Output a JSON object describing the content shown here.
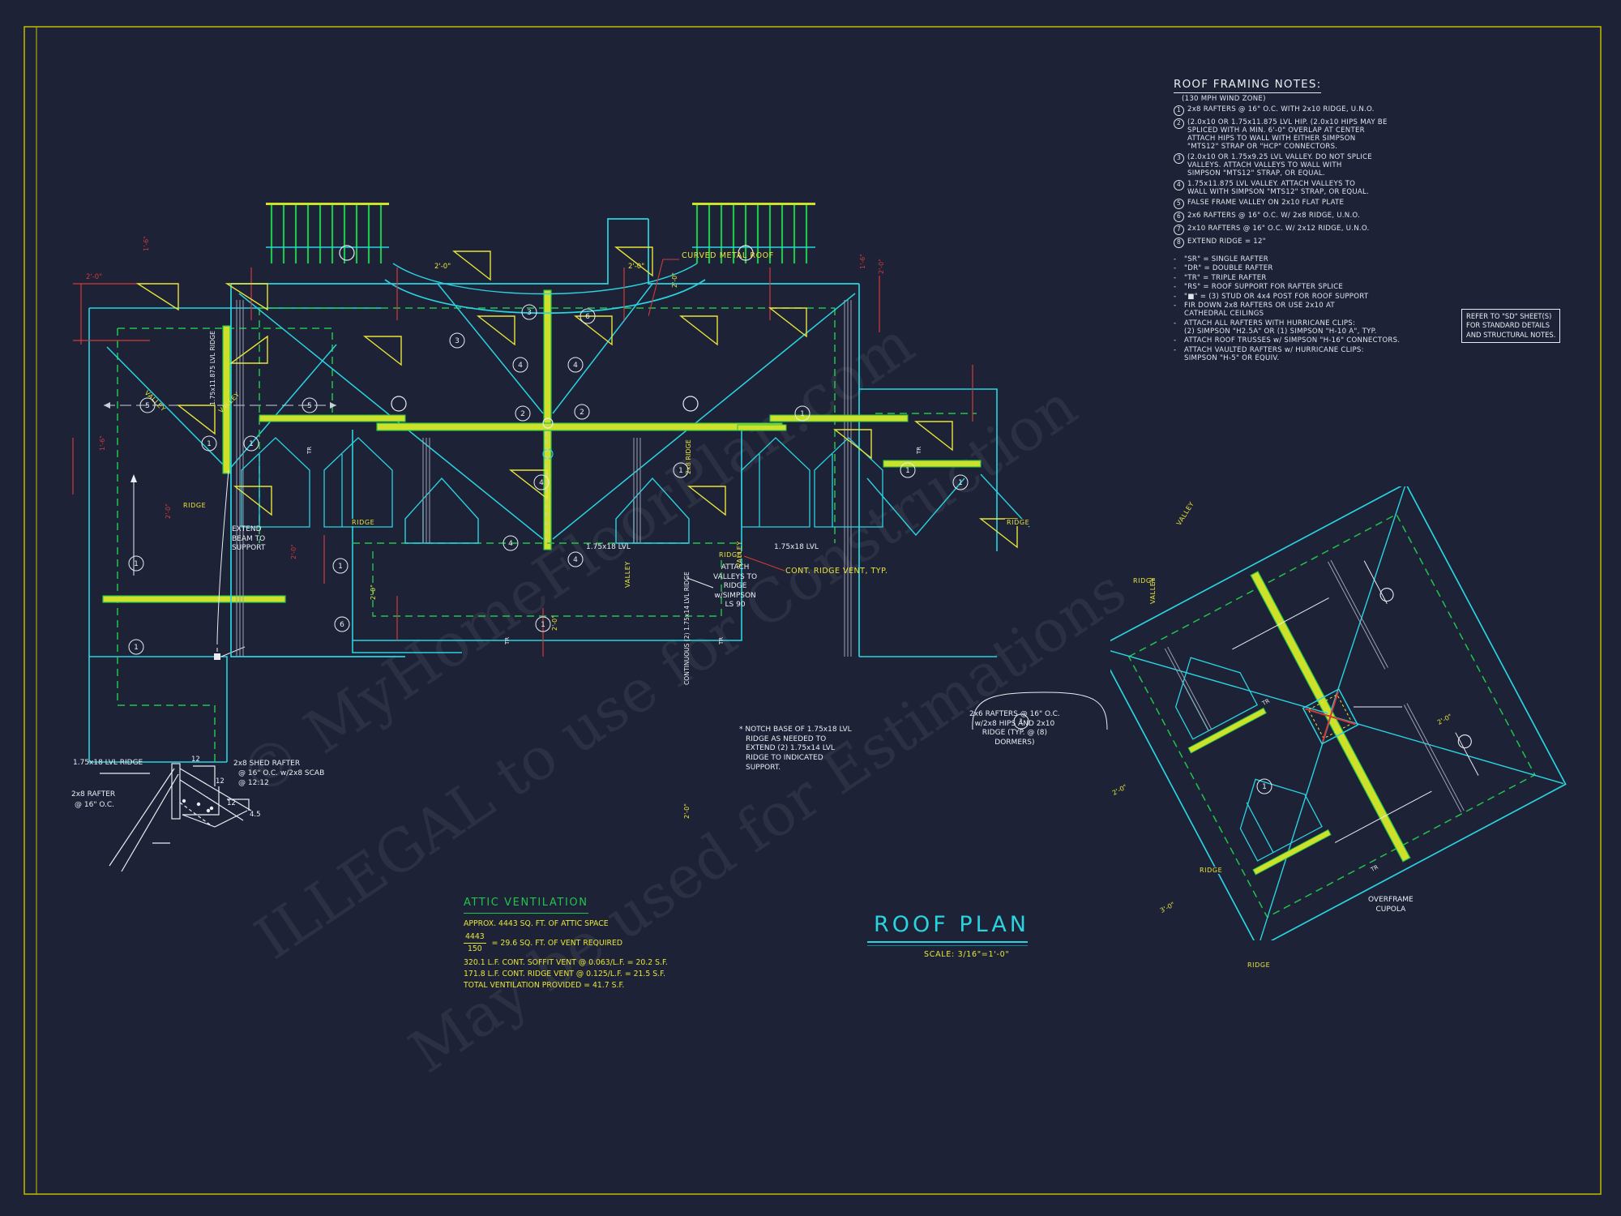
{
  "sheet": {
    "background": "#1d2236",
    "border_color": "#b9b400",
    "title": "ROOF PLAN",
    "scale": "SCALE: 3/16\"=1'-0\"",
    "colors": {
      "cyan": "#2ad3e0",
      "yellow": "#e8e53a",
      "white": "#e9edf2",
      "green": "#21c44b",
      "red": "#d23a3a",
      "gray": "#9aa2b1"
    }
  },
  "framing_notes": {
    "title": "ROOF FRAMING NOTES:",
    "subtitle": "(130 MPH WIND ZONE)",
    "numbered": [
      {
        "num": "1",
        "lines": [
          "2x8 RAFTERS @ 16\" O.C. WITH 2x10 RIDGE, U.N.O."
        ]
      },
      {
        "num": "2",
        "lines": [
          "(2.0x10 OR 1.75x11.875 LVL HIP.  (2.0x10 HIPS MAY BE",
          "SPLICED WITH A MIN. 6'-0\" OVERLAP AT CENTER",
          "ATTACH HIPS TO WALL WITH EITHER SIMPSON",
          "\"MTS12\" STRAP OR \"HCP\" CONNECTORS."
        ]
      },
      {
        "num": "3",
        "lines": [
          "(2.0x10 OR 1.75x9.25 LVL VALLEY.  DO NOT SPLICE",
          "VALLEYS.  ATTACH VALLEYS TO WALL WITH",
          "SIMPSON \"MTS12\" STRAP, OR EQUAL."
        ]
      },
      {
        "num": "4",
        "lines": [
          "1.75x11.875 LVL VALLEY.  ATTACH VALLEYS TO",
          "WALL WITH SIMPSON \"MTS12\" STRAP, OR EQUAL."
        ]
      },
      {
        "num": "5",
        "lines": [
          "FALSE FRAME VALLEY ON 2x10 FLAT PLATE"
        ]
      },
      {
        "num": "6",
        "lines": [
          "2x6 RAFTERS @ 16\" O.C. W/ 2x8 RIDGE, U.N.O."
        ]
      },
      {
        "num": "7",
        "lines": [
          "2x10 RAFTERS @ 16\" O.C. W/ 2x12 RIDGE, U.N.O."
        ]
      },
      {
        "num": "8",
        "lines": [
          "EXTEND RIDGE = 12\""
        ]
      }
    ],
    "bulleted": [
      [
        "\"SR\"  =  SINGLE RAFTER"
      ],
      [
        "\"DR\" =  DOUBLE RAFTER"
      ],
      [
        "\"TR\"  =  TRIPLE RAFTER"
      ],
      [
        "\"RS\"  =  ROOF SUPPORT FOR RAFTER SPLICE"
      ],
      [
        "\"■\"   =  (3) STUD OR 4x4 POST FOR ROOF SUPPORT"
      ],
      [
        "FIR DOWN 2x8 RAFTERS OR USE 2x10 AT",
        "CATHEDRAL CEILINGS"
      ],
      [
        "ATTACH ALL RAFTERS WITH HURRICANE CLIPS:",
        "(2) SIMPSON \"H2.5A\" OR (1) SIMPSON \"H-10 A\", TYP."
      ],
      [
        "ATTACH ROOF TRUSSES w/ SIMPSON \"H-16\" CONNECTORS."
      ],
      [
        "ATTACH VAULTED RAFTERS w/ HURRICANE CLIPS:",
        "SIMPSON \"H-5\" OR EQUIV."
      ]
    ]
  },
  "sd_box": {
    "lines": [
      "REFER TO \"SD\" SHEET(S)",
      "FOR STANDARD DETAILS",
      "AND STRUCTURAL NOTES."
    ]
  },
  "attic_ventilation": {
    "title": "ATTIC  VENTILATION",
    "line1": "APPROX. 4443 SQ. FT. OF ATTIC SPACE",
    "fraction_num": "4443",
    "fraction_den": "150",
    "fraction_result": "= 29.6  SQ. FT. OF VENT REQUIRED",
    "line2": "320.1 L.F. CONT. SOFFIT VENT @ 0.063/L.F. = 20.2 S.F.",
    "line3": "171.8 L.F. CONT. RIDGE VENT @ 0.125/L.F. = 21.5 S.F.",
    "line4": "TOTAL VENTILATION PROVIDED = 41.7 S.F."
  },
  "detail_shed": {
    "label_ridge": "1.75x18 LVL RIDGE",
    "label_rafter_1": "2x8 RAFTER",
    "label_rafter_2": "@ 16\" O.C.",
    "label_shed_1": "2x8 SHED RAFTER",
    "label_shed_2": "@ 16\" O.C. w/2x8 SCAB",
    "label_shed_3": "@ 12:12",
    "pitch_left_top": "12",
    "pitch_left_side": "12",
    "pitch_right_top": "12",
    "pitch_right_side": "4.5"
  },
  "plan_callouts": {
    "curved_metal_roof": "CURVED METAL ROOF",
    "extend_beam": [
      "EXTEND",
      "BEAM TO",
      "SUPPORT"
    ],
    "attach_valleys": [
      "ATTACH",
      "VALLEYS TO",
      "RIDGE",
      "w/SIMPSON",
      "LS 90"
    ],
    "cont_ridge_vent": "CONT. RIDGE VENT, TYP.",
    "lvl_left": "1.75x18 LVL",
    "lvl_right": "1.75x18 LVL",
    "notch_note": [
      "* NOTCH BASE OF 1.75x18 LVL",
      "RIDGE AS NEEDED TO",
      "EXTEND (2) 1.75x14 LVL",
      "RIDGE TO INDICATED",
      "SUPPORT."
    ],
    "dormer_note": [
      "2x6 RAFTERS @ 16\" O.C.",
      "w/2x8 HIPS AND 2x10",
      "RIDGE (TYP. @ (8)",
      "DORMERS)"
    ],
    "overframe_cupola": [
      "OVERFRAME",
      "CUPOLA"
    ],
    "ridge_label": "RIDGE",
    "valley_label": "VALLEY",
    "continuous_lvl_ridge": "CONTINUOUS (2) 1.75x14 LVL RIDGE",
    "lvl_ridge_vertical": "1.75x11.875 LVL RIDGE",
    "ridge_2x8": "2x8 RIDGE",
    "tr": "TR",
    "dim_2_0": "2'-0\"",
    "dim_1_6": "1'-6\"",
    "dim_3_0": "3'-0\""
  },
  "watermark": {
    "line1": "© MyHomeFloorPlan.com",
    "line2": "ILLEGAL to use for Construction",
    "line3": "May be used for Estimations"
  }
}
